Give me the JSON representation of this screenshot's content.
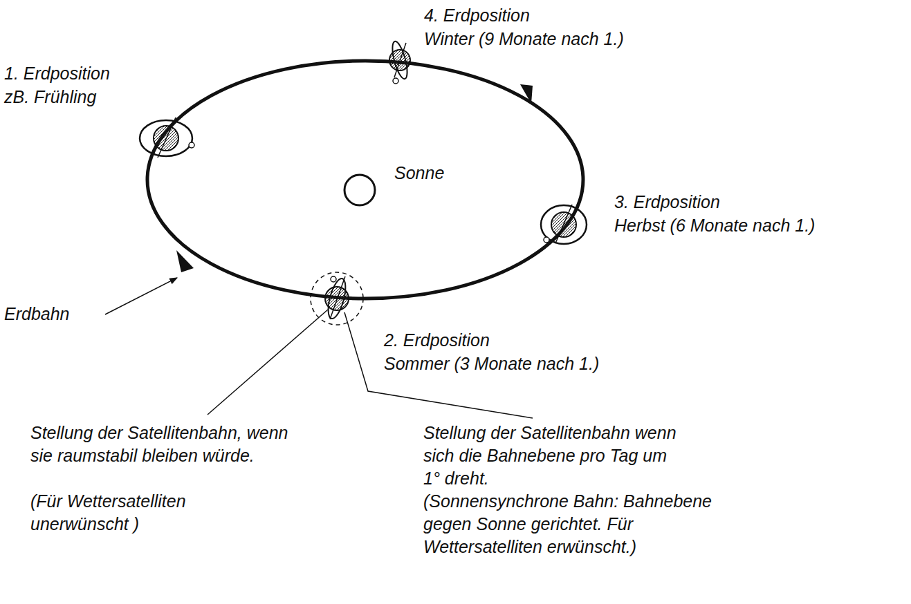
{
  "diagram": {
    "labels": [
      "4. Erdposition",
      "Winter (9 Monate nach 1.)",
      "1. Erdposition",
      "zB. Frühling",
      "Sonne",
      "3. Erdposition",
      "Herbst (6 Monate nach 1.)",
      "Erdbahn",
      "2. Erdposition",
      "Sommer (3 Monate nach 1.)",
      "Stellung der Satellitenbahn, wenn sie raumstabil bleiben würde.",
      "(Für Wettersatelliten unerwünscht )",
      "Stellung der Satellitenbahn wenn sich die Bahnebene pro Tag um 1° dreht.",
      "(Sonnensynchrone Bahn: Bahnebene gegen Sonne gerichtet. Für Wettersatelliten erwünscht.)"
    ]
  }
}
